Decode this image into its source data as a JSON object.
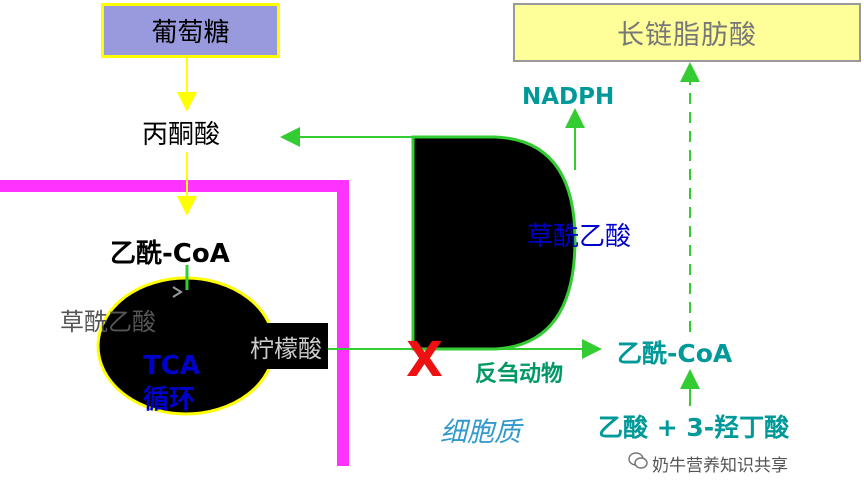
{
  "glucose": "葡萄糖",
  "long_chain_fatty_acid": "长链脂肪酸",
  "pyruvate": "丙酮酸",
  "acetyl_coa_mito": "乙酰-CoA",
  "oxaloacetate_mito": "草酰乙酸",
  "tca_line1": "TCA",
  "tca_line2": "循环",
  "citrate": "柠檬酸",
  "oxaloacetate_cyto": "草酰乙酸",
  "nadph": "NADPH",
  "acetyl_coa_cyto": "乙酰-CoA",
  "blocked_mark": "X",
  "ruminant_note": "反刍动物",
  "cytoplasm": "细胞质",
  "precursors": "乙酸 + 3-羟丁酸",
  "watermark": "奶牛营养知识共享",
  "colors": {
    "mito_membrane": "#ff33ff",
    "green_arrow": "#33cc33",
    "yellow_arrow": "#ffff00",
    "blocked": "#ee1111"
  }
}
